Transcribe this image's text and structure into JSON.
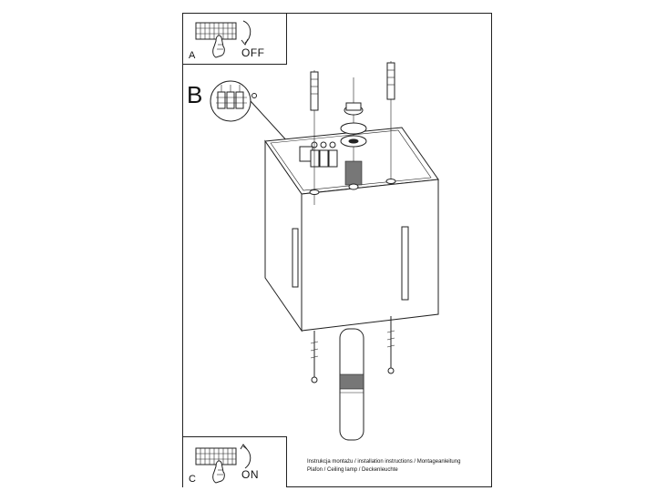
{
  "panels": {
    "a": {
      "letter": "A",
      "state": "OFF"
    },
    "b": {
      "letter": "B"
    },
    "c": {
      "letter": "C",
      "state": "ON"
    }
  },
  "caption": {
    "line1": "Instrukcja montażu / installation instructions / Montageanleitung",
    "line2": "Plafon / Ceiling lamp / Deckenleuchte"
  },
  "icons": [
    "fuse-box-icon",
    "hand-icon",
    "rotate-arrow-icon",
    "terminal-block-icon",
    "screw-icon",
    "wall-plug-icon",
    "lamp-bulb-icon"
  ],
  "colors": {
    "line": "#222222",
    "background": "#ffffff"
  }
}
